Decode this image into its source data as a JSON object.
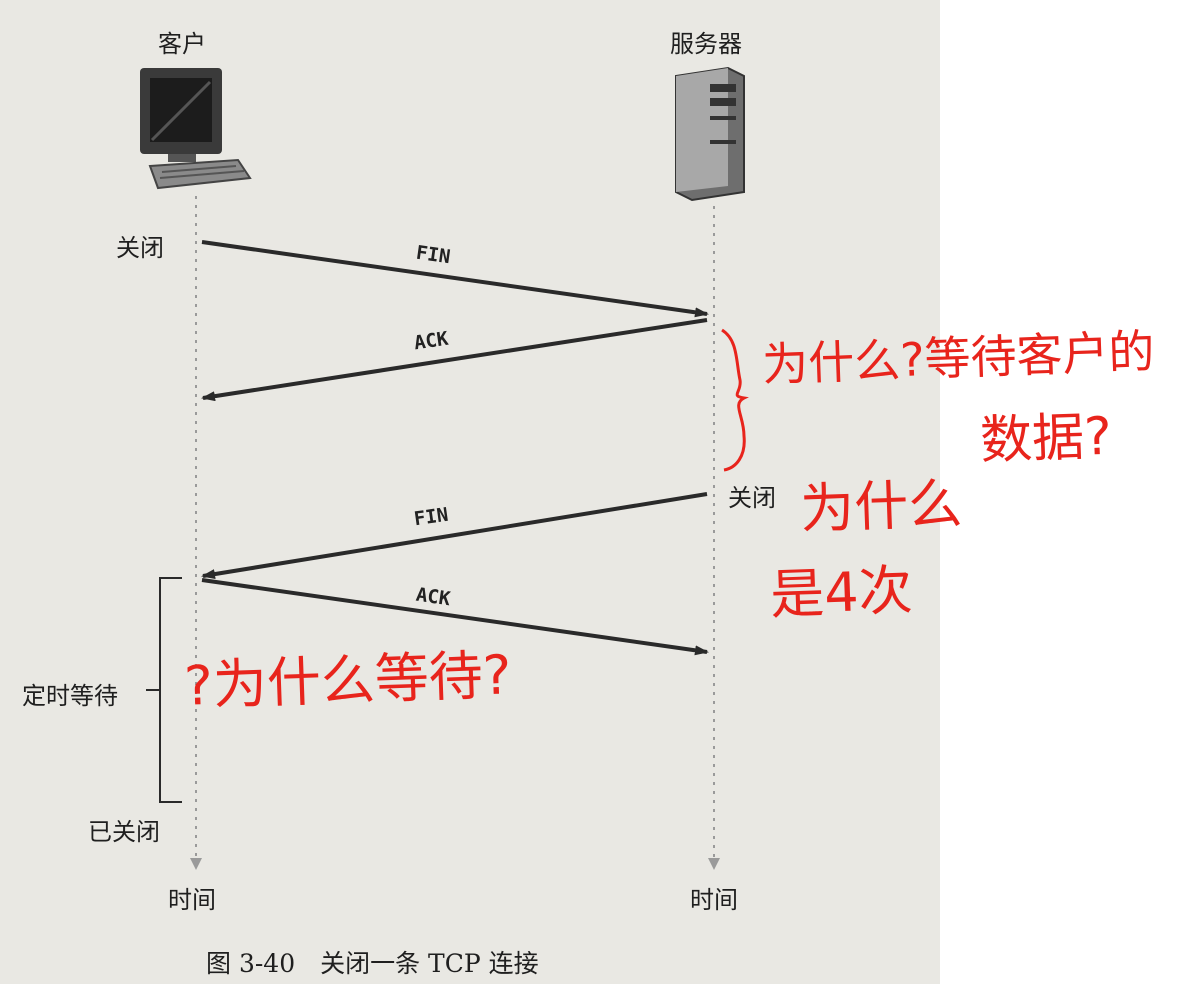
{
  "actors": {
    "client": {
      "name": "客户",
      "icon": "client-computer-icon"
    },
    "server": {
      "name": "服务器",
      "icon": "server-tower-icon"
    }
  },
  "events": {
    "client_close": "关闭",
    "server_close": "关闭",
    "time_wait": "定时等待",
    "closed": "已关闭"
  },
  "messages": [
    {
      "label": "FIN",
      "from": "client",
      "to": "server"
    },
    {
      "label": "ACK",
      "from": "server",
      "to": "client"
    },
    {
      "label": "FIN",
      "from": "server",
      "to": "client"
    },
    {
      "label": "ACK",
      "from": "client",
      "to": "server"
    }
  ],
  "timeline_label": {
    "client": "时间",
    "server": "时间"
  },
  "caption": "图 3-40　关闭一条 TCP 连接",
  "handwritten_notes": {
    "note1_line1": "为什么?等待客户的",
    "note1_line2": "数据?",
    "note2_line1": "为什么",
    "note2_line2": "是4次",
    "note3": "?为什么等待?"
  },
  "colors": {
    "annotation": "#e8241c",
    "ink": "#1f1f1f",
    "paper": "#e9e8e3"
  }
}
